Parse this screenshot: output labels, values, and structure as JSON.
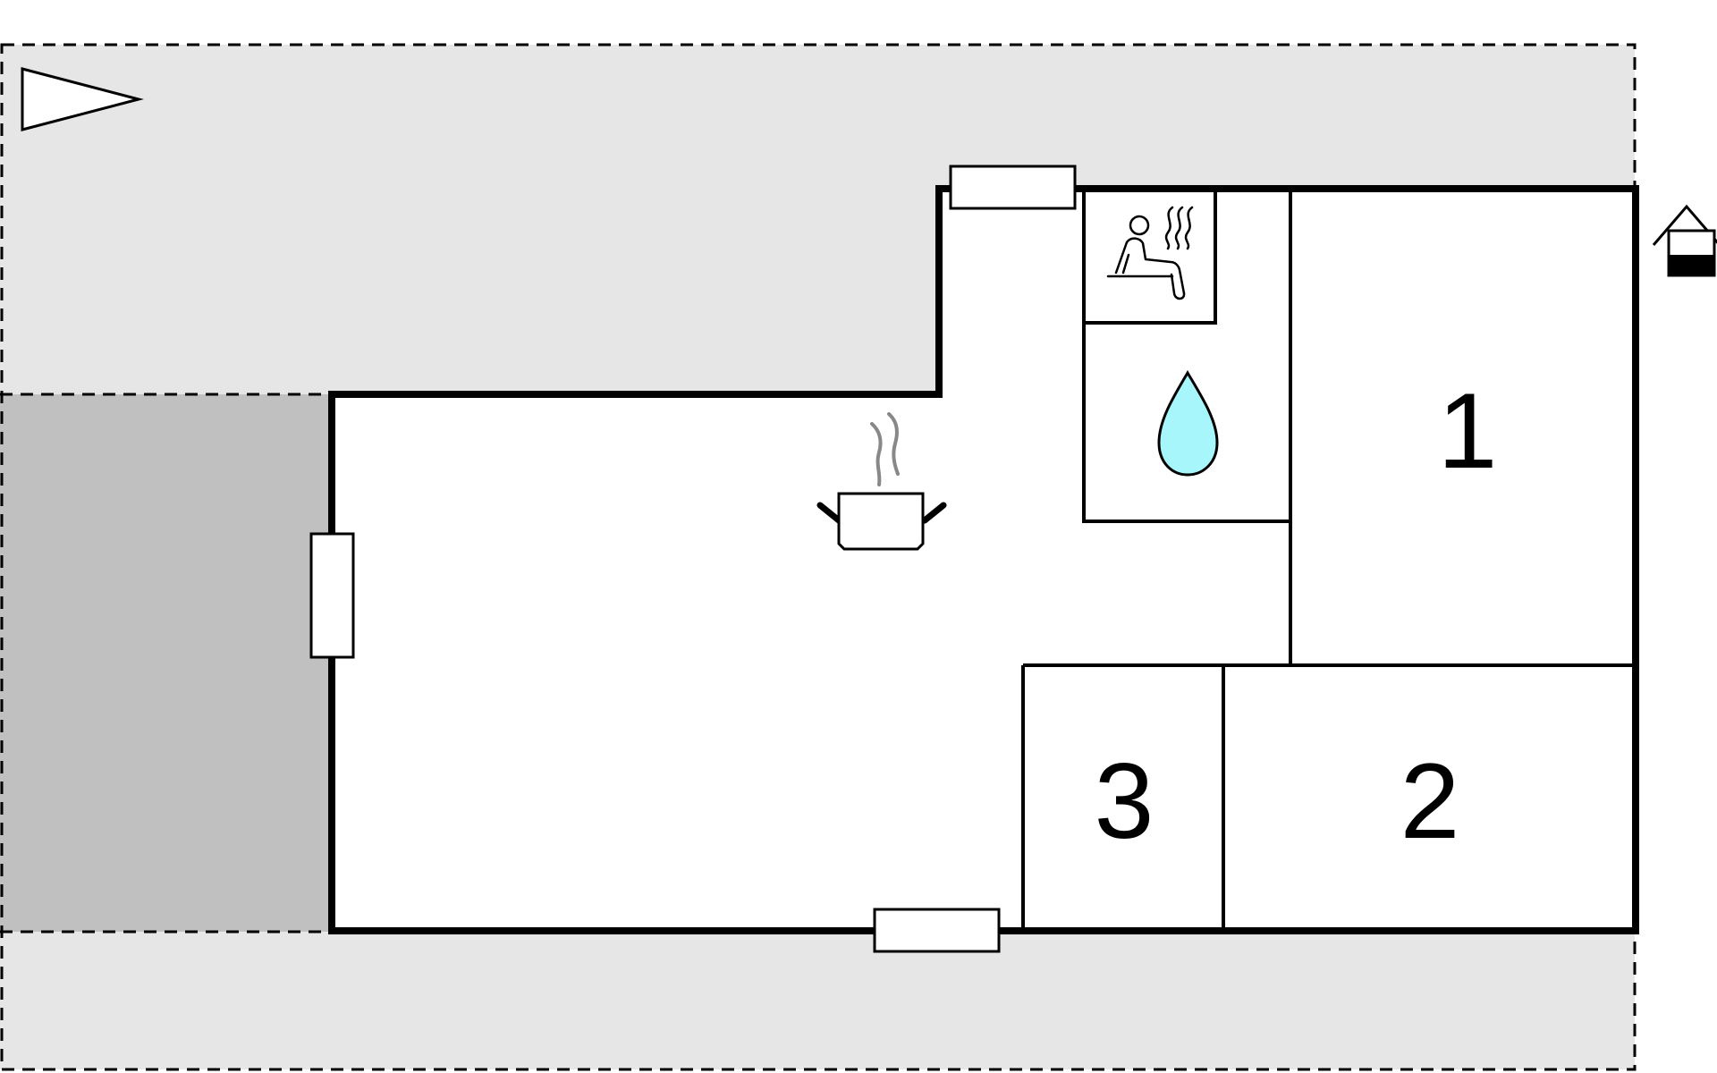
{
  "rooms": {
    "bedroom_1": {
      "label": "1"
    },
    "bedroom_2": {
      "label": "2"
    },
    "bedroom_3": {
      "label": "3"
    }
  },
  "icons": {
    "north": "north-arrow-icon",
    "kitchen": "cooking-pot-icon",
    "sauna": "sauna-icon",
    "bathroom": "water-drop-icon",
    "house": "house-icon"
  },
  "colors": {
    "outdoor_area": "#e6e6e6",
    "terrace": "#c0c0c0",
    "water_drop": "#a6f6fb",
    "steam": "#888888",
    "walls": "#000000"
  }
}
